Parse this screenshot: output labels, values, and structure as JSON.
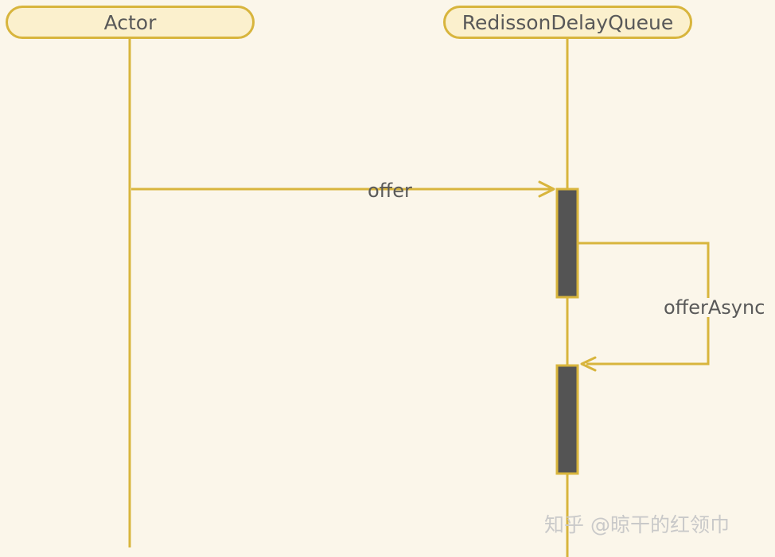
{
  "participants": {
    "actor": "Actor",
    "queue": "RedissonDelayQueue"
  },
  "messages": {
    "offer": "offer",
    "offer_async": "offerAsync"
  },
  "watermark": "知乎 @晾干的红领巾",
  "colors": {
    "background": "#fbf6ea",
    "line": "#d8b53d",
    "participant_fill": "#fbf0cd",
    "activation_fill": "#545454",
    "text": "#595959",
    "watermark": "#c9c9c9"
  }
}
